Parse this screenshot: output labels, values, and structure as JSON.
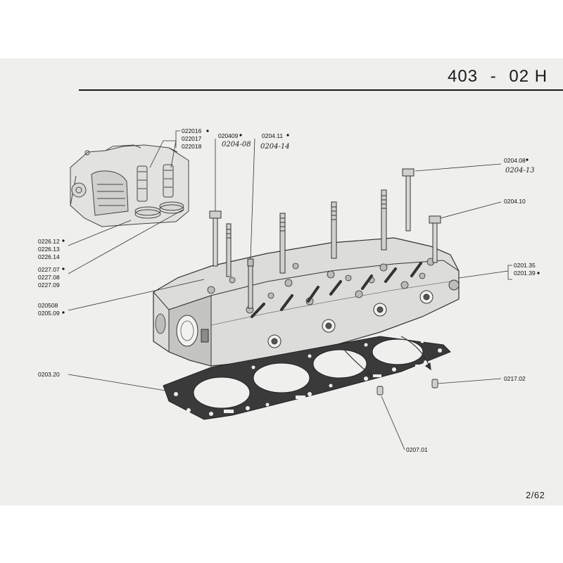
{
  "header": {
    "model": "403",
    "sep": "-",
    "group": "02 H"
  },
  "page_number": "2/62",
  "callouts": {
    "c022016": "022016",
    "c022017": "022017",
    "c022018": "022018",
    "c020409": "020409",
    "c020408h": "0204-08",
    "c020411": "0204.11",
    "c020414h": "0204-14",
    "c020408": "0204.08",
    "c020413h": "0204-13",
    "c020410": "0204.10",
    "c022612": "0226.12",
    "c022613": "0226.13",
    "c022614": "0226.14",
    "c022707": "0227.07",
    "c022708": "0227.08",
    "c022709": "0227.09",
    "c020135": "0201.35",
    "c020139": "0201.39",
    "c020508": "020508",
    "c020509": "0205.09",
    "c020320": "0203.20",
    "c021702": "0217.02",
    "c020701": "0207.01"
  }
}
